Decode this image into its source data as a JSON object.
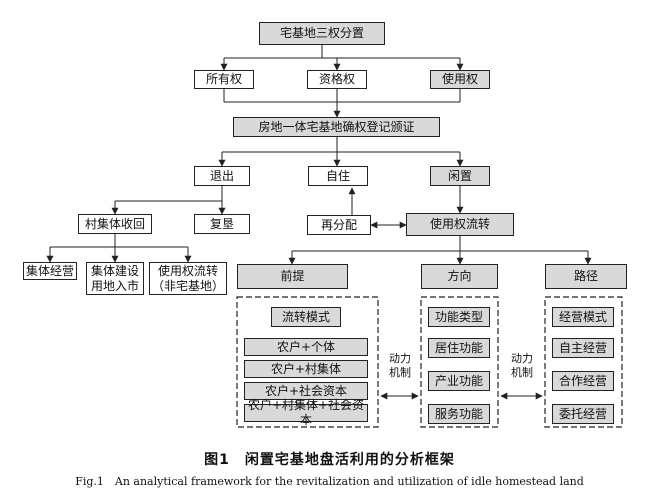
{
  "nodes": {
    "title": "宅基地三权分置",
    "ownership": "所有权",
    "qualification": "资格权",
    "use_right": "使用权",
    "registration": "房地一体宅基地确权登记颁证",
    "exit": "退出",
    "self_live": "自住",
    "idle": "闲置",
    "collective_recover": "村集体收回",
    "reclaim": "复垦",
    "redistribute": "再分配",
    "transfer": "使用权流转",
    "collective_operation": "集体经营",
    "collective_construction": "集体建设\n用地入市",
    "use_transfer_non": "使用权流转\n（非宅基地）",
    "premise": "前提",
    "direction": "方向",
    "path": "路径",
    "transfer_mode": "流转模式",
    "mode_1": "农户+个体",
    "mode_2": "农户+村集体",
    "mode_3": "农户+社会资本",
    "mode_4": "农户+村集体+社会资本",
    "func_type": "功能类型",
    "func_live": "居住功能",
    "func_industry": "产业功能",
    "func_service": "服务功能",
    "path_mode": "经营模式",
    "path_self": "自主经营",
    "path_coop": "合作经营",
    "path_entrust": "委托经营"
  },
  "edge_labels": {
    "dynamic_1": "动力\n机制",
    "dynamic_2": "动力\n机制"
  },
  "caption": {
    "zh": "图1　闲置宅基地盘活利用的分析框架",
    "en": "Fig.1　An analytical framework for the revitalization and utilization of idle homestead land"
  }
}
